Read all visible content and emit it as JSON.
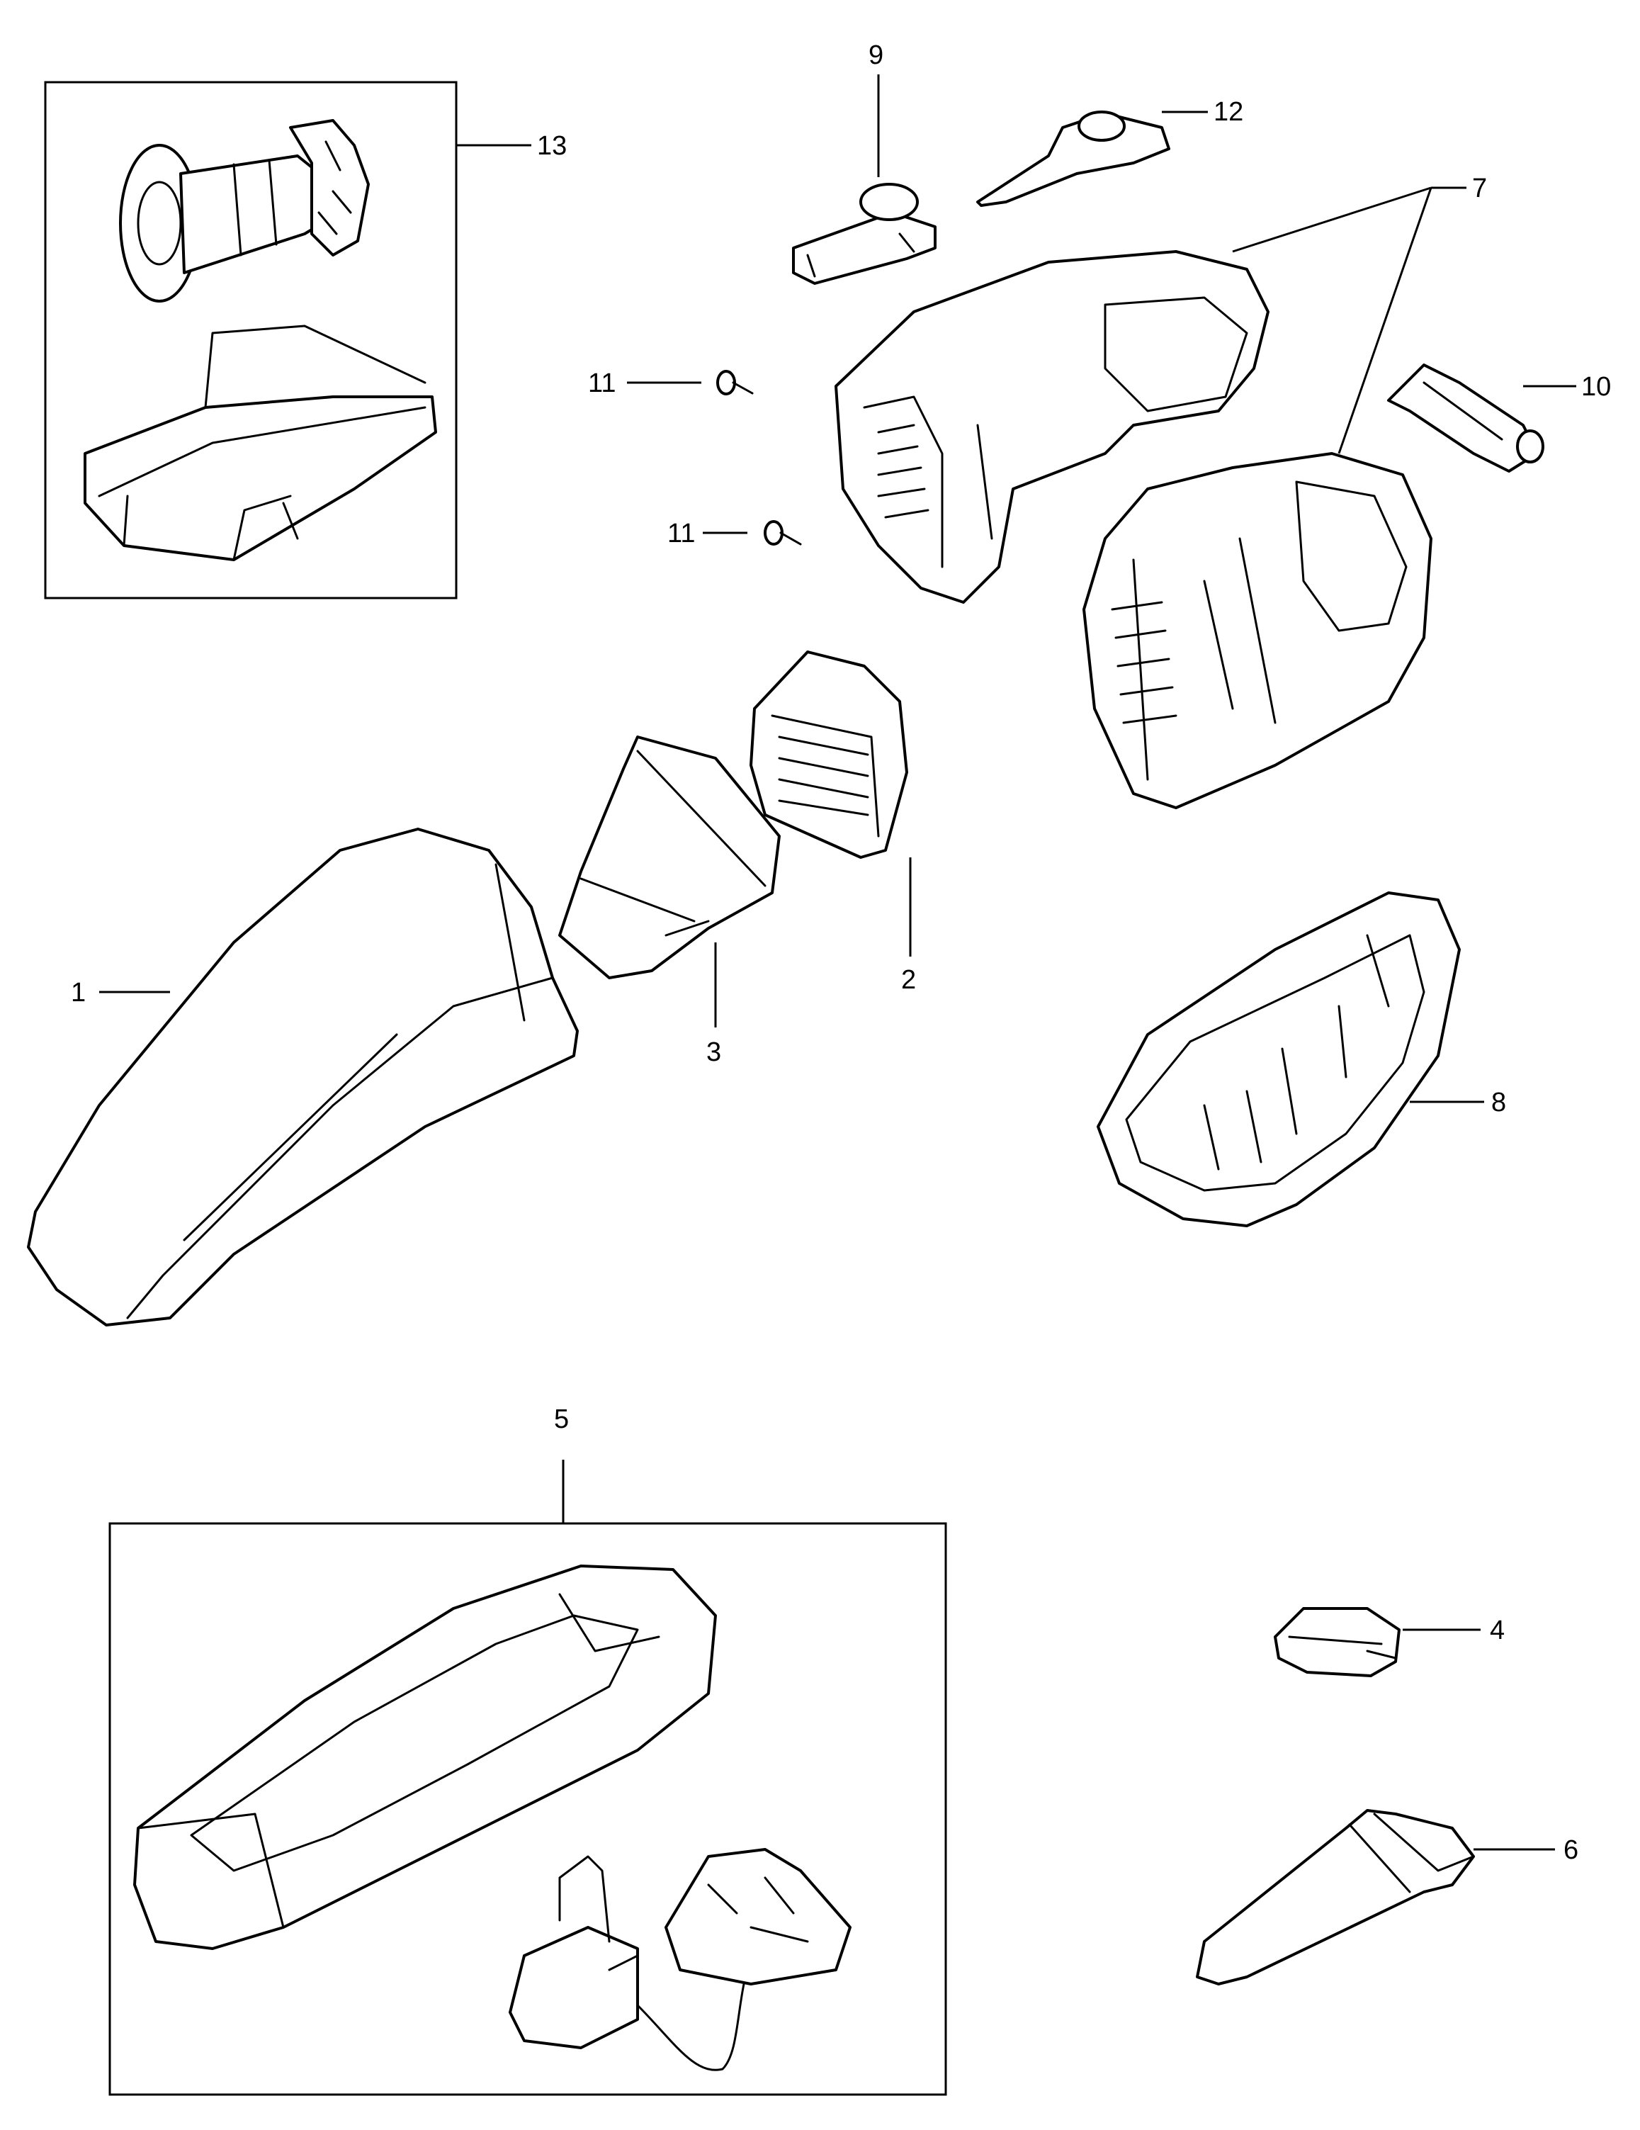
{
  "diagram": {
    "callouts": {
      "c1": "1",
      "c2": "2",
      "c3": "3",
      "c4": "4",
      "c5": "5",
      "c6": "6",
      "c7": "7",
      "c8": "8",
      "c9": "9",
      "c10": "10",
      "c11a": "11",
      "c11b": "11",
      "c12": "12",
      "c13": "13"
    },
    "colors": {
      "line": "#000000",
      "background": "#ffffff"
    }
  }
}
